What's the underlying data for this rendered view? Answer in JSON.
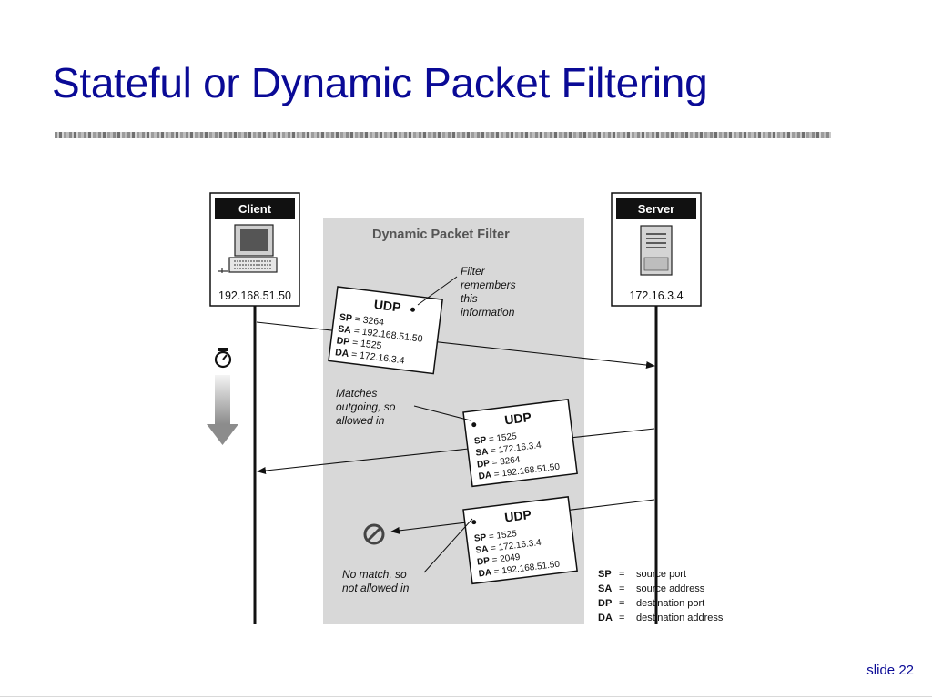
{
  "slide": {
    "title": "Stateful or Dynamic Packet Filtering",
    "number_label": "slide 22"
  },
  "diagram": {
    "filter_label": "Dynamic Packet Filter",
    "client": {
      "label": "Client",
      "ip": "192.168.51.50"
    },
    "server": {
      "label": "Server",
      "ip": "172.16.3.4"
    },
    "packets": [
      {
        "proto": "UDP",
        "lines": [
          {
            "k": "SP",
            "v": "3264"
          },
          {
            "k": "SA",
            "v": "192.168.51.50"
          },
          {
            "k": "DP",
            "v": "1525"
          },
          {
            "k": "DA",
            "v": "172.16.3.4"
          }
        ]
      },
      {
        "proto": "UDP",
        "lines": [
          {
            "k": "SP",
            "v": "1525"
          },
          {
            "k": "SA",
            "v": "172.16.3.4"
          },
          {
            "k": "DP",
            "v": "3264"
          },
          {
            "k": "DA",
            "v": "192.168.51.50"
          }
        ]
      },
      {
        "proto": "UDP",
        "lines": [
          {
            "k": "SP",
            "v": "1525"
          },
          {
            "k": "SA",
            "v": "172.16.3.4"
          },
          {
            "k": "DP",
            "v": "2049"
          },
          {
            "k": "DA",
            "v": "192.168.51.50"
          }
        ]
      }
    ],
    "annotations": {
      "remember": [
        "Filter",
        "remembers",
        "this",
        "information"
      ],
      "matches": [
        "Matches",
        "outgoing, so",
        "allowed in"
      ],
      "nomatch": [
        "No match, so",
        "not allowed in"
      ]
    },
    "legend": [
      {
        "k": "SP",
        "eq": "=",
        "v": "source port"
      },
      {
        "k": "SA",
        "eq": "=",
        "v": "source address"
      },
      {
        "k": "DP",
        "eq": "=",
        "v": "destination port"
      },
      {
        "k": "DA",
        "eq": "=",
        "v": "destination address"
      }
    ],
    "icons": [
      "computer-icon",
      "server-tower-icon",
      "stopwatch-icon",
      "down-arrow-icon",
      "prohibited-icon"
    ]
  }
}
